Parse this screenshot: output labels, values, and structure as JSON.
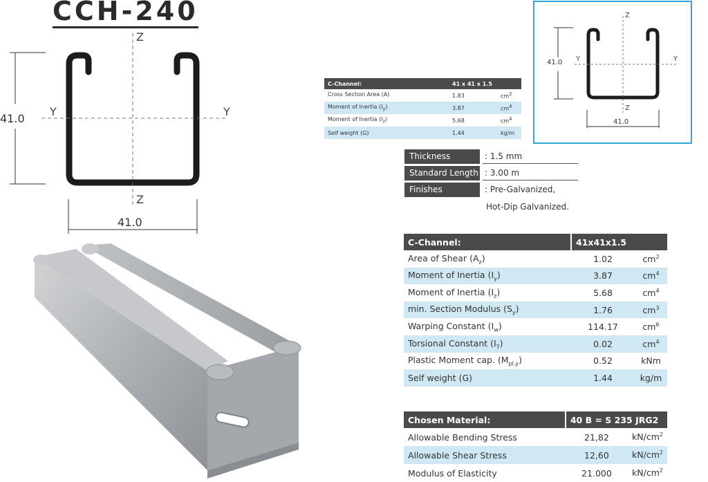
{
  "title": "CCH-240",
  "drawing": {
    "axis_z_top": "Z",
    "axis_z_bottom": "Z",
    "axis_y_left": "Y",
    "axis_y_right": "Y",
    "height_dim": "41.0",
    "width_dim": "41.0"
  },
  "inset": {
    "axis_z_top": "Z",
    "axis_z_bottom": "Z",
    "axis_y_left": "Y",
    "axis_y_right": "Y",
    "height_dim": "41.0",
    "width_dim": "41.0"
  },
  "small_table": {
    "header_label": "C-Channel:",
    "header_value": "41 x 41 x 1.5",
    "rows": [
      {
        "label": "Cross Section Area (A)",
        "sub": "",
        "value": "1.83",
        "unit": "cm",
        "sup": "2"
      },
      {
        "label": "Moment of Inertia (I",
        "sub": "y",
        "value": "3.87",
        "unit": "cm",
        "sup": "4"
      },
      {
        "label": "Moment of Inertia (I",
        "sub": "z",
        "value": "5.68",
        "unit": "cm",
        "sup": "4"
      },
      {
        "label": "Self weight (G)",
        "sub": "",
        "value": "1.44",
        "unit": "kg/m",
        "sup": ""
      }
    ]
  },
  "specs": {
    "thickness_label": "Thickness",
    "thickness_value": ": 1.5 mm",
    "length_label": "Standard Length",
    "length_value": ": 3.00 m",
    "finishes_label": "Finishes",
    "finishes_value_1": ": Pre-Galvanized,",
    "finishes_value_2": "Hot-Dip Galvanized."
  },
  "big_table": {
    "header_label": "C-Channel:",
    "header_value": "41x41x1.5",
    "rows": [
      {
        "label": "Area of Shear (A",
        "sub": "z",
        "value": "1.02",
        "unit": "cm",
        "sup": "2"
      },
      {
        "label": "Moment of Inertia (I",
        "sub": "y",
        "value": "3.87",
        "unit": "cm",
        "sup": "4"
      },
      {
        "label": "Moment of Inertia (I",
        "sub": "z",
        "value": "5.68",
        "unit": "cm",
        "sup": "4"
      },
      {
        "label": "min. Section Modulus (S",
        "sub": "y",
        "value": "1.76",
        "unit": "cm",
        "sup": "3"
      },
      {
        "label": "Warping Constant (I",
        "sub": "w",
        "value": "114.17",
        "unit": "cm",
        "sup": "6"
      },
      {
        "label": "Torsional Constant (I",
        "sub": "T",
        "value": "0.02",
        "unit": "cm",
        "sup": "4"
      },
      {
        "label": "Plastic Moment cap. (M",
        "sub": "pl,y",
        "value": "0.52",
        "unit": "kNm",
        "sup": ""
      },
      {
        "label": "Self weight (G)",
        "sub": "",
        "value": "1.44",
        "unit": "kg/m",
        "sup": ""
      }
    ]
  },
  "material_table": {
    "header_label": "Chosen Material:",
    "header_value": "40 B = S 235 JRG2",
    "rows": [
      {
        "label": "Allowable Bending Stress",
        "value": "21,82",
        "unit": "kN/cm",
        "sup": "2"
      },
      {
        "label": "Allowable Shear Stress",
        "value": "12,60",
        "unit": "kN/cm",
        "sup": "2"
      },
      {
        "label": "Modulus of Elasticity",
        "value": "21.000",
        "unit": "kN/cm",
        "sup": "2"
      }
    ]
  }
}
